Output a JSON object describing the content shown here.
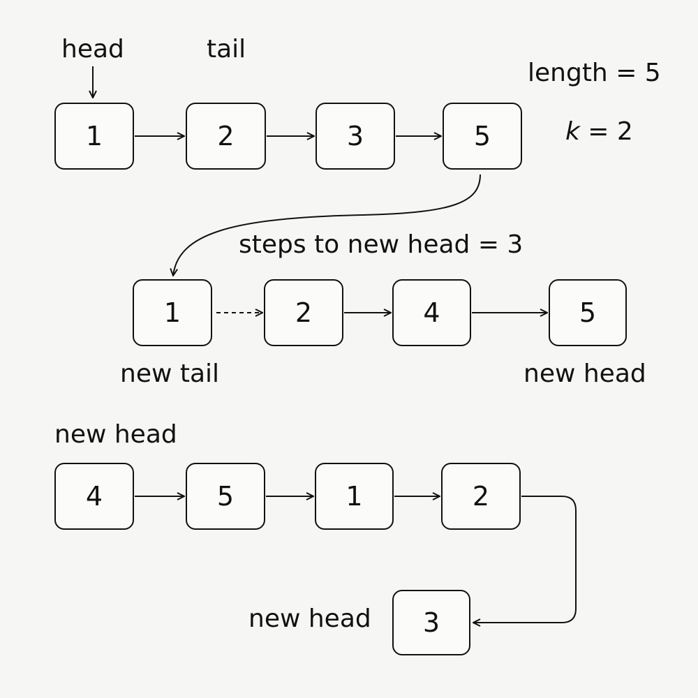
{
  "top": {
    "head_label": "head",
    "tail_label": "tail",
    "nodes": [
      "1",
      "2",
      "3",
      "5"
    ],
    "length_text": "length = 5",
    "k_var": "k",
    "k_value": " = 2"
  },
  "middle": {
    "steps_text": "steps to new head = 3",
    "nodes": [
      "1",
      "2",
      "4",
      "5"
    ],
    "new_tail_label": "new tail",
    "new_head_label": "new head"
  },
  "bottom": {
    "new_head_label": "new head",
    "nodes": [
      "4",
      "5",
      "1",
      "2"
    ],
    "extra_node": "3",
    "extra_label": "new head"
  }
}
